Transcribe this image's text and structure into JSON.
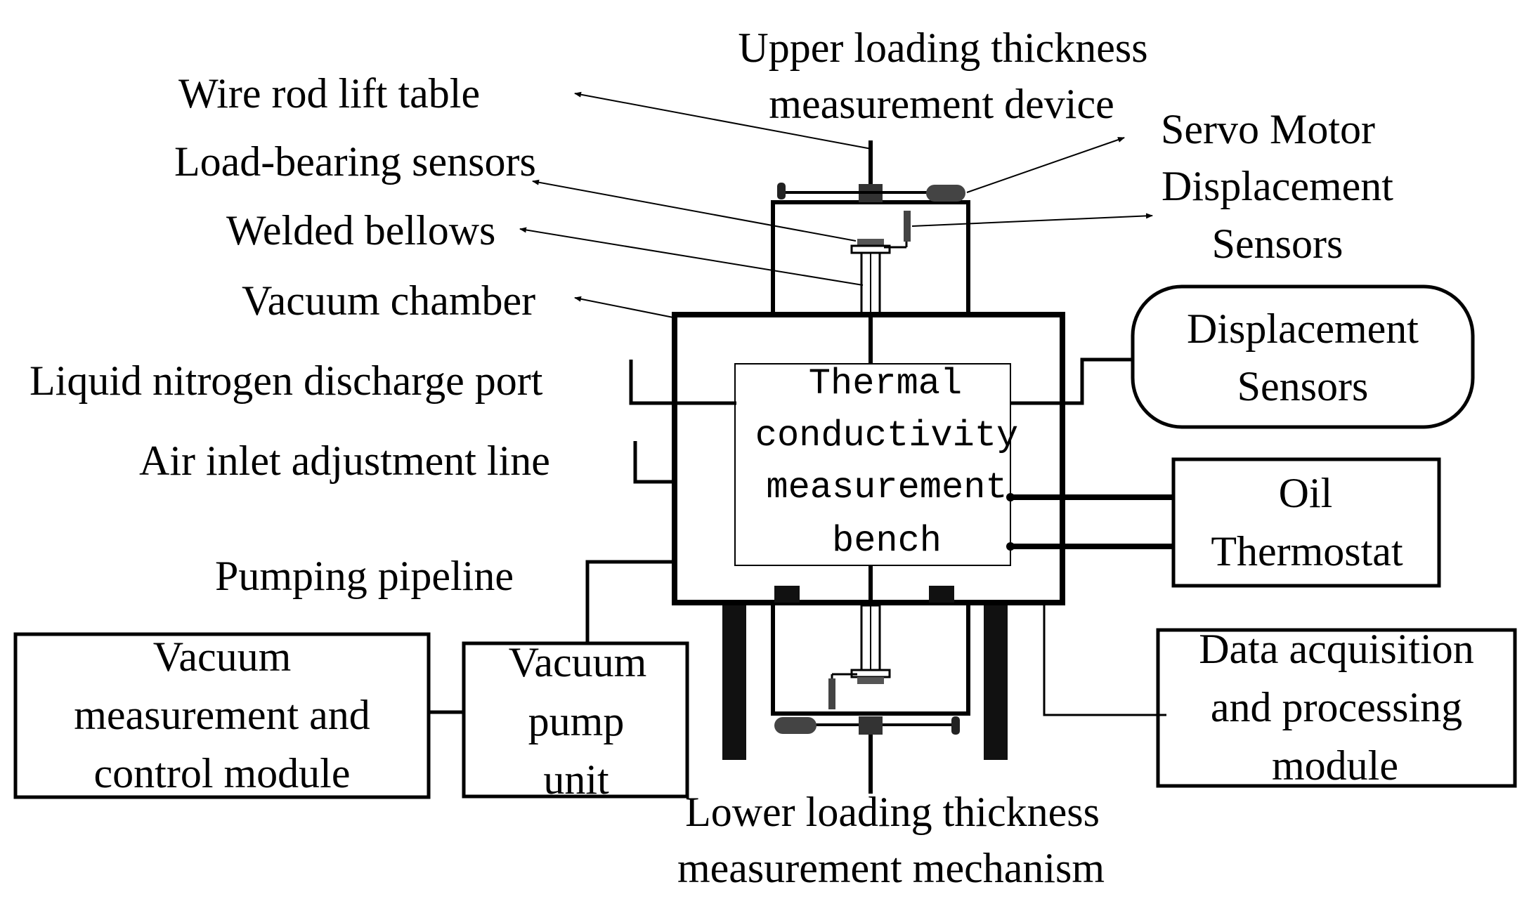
{
  "labels": {
    "upper_device": [
      "Upper loading thickness",
      "measurement device"
    ],
    "wire_rod_lift_table": "Wire rod lift table",
    "servo_motor": "Servo Motor",
    "displacement_sensors_top": [
      "Displacement",
      "Sensors"
    ],
    "load_bearing_sensors": "Load-bearing sensors",
    "welded_bellows": "Welded bellows",
    "vacuum_chamber": "Vacuum chamber",
    "liquid_nitrogen_port": "Liquid nitrogen discharge port",
    "air_inlet_line": "Air inlet adjustment line",
    "pumping_pipeline": "Pumping pipeline",
    "lower_mechanism": [
      "Lower loading thickness",
      "measurement mechanism"
    ]
  },
  "boxes": {
    "measurement_bench": [
      "Thermal",
      "conductivity",
      "measurement",
      "bench"
    ],
    "displacement_sensors_right": [
      "Displacement",
      "Sensors"
    ],
    "oil_thermostat": [
      "Oil",
      "Thermostat"
    ],
    "data_acquisition": [
      "Data acquisition",
      "and processing",
      "module"
    ],
    "vacuum_measurement": [
      "Vacuum",
      "measurement and",
      "control module"
    ],
    "vacuum_pump": [
      "Vacuum",
      "pump",
      "unit"
    ]
  }
}
